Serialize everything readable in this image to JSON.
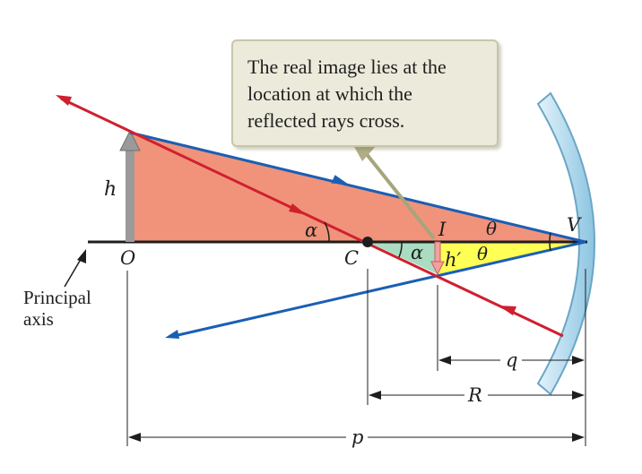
{
  "callout": {
    "lines": [
      "The real image lies at the",
      "location at which the",
      "reflected rays cross."
    ]
  },
  "axis_label": {
    "lines": [
      "Principal",
      "axis"
    ]
  },
  "labels": {
    "h": "h",
    "h_prime": "h′",
    "O": "O",
    "C": "C",
    "I": "I",
    "V": "V",
    "alpha": "α",
    "theta": "θ",
    "q": "q",
    "R": "R",
    "p": "p"
  },
  "colors": {
    "ray_red": "#d0202e",
    "ray_blue": "#1a5fb4",
    "triangle_salmon": "#f0937a",
    "triangle_green": "#a9dcc0",
    "triangle_yellow": "#ffff55",
    "object_arrow": "#9a9a9a",
    "mirror": "#b7dcef",
    "callout_bg": "#eceadb"
  }
}
